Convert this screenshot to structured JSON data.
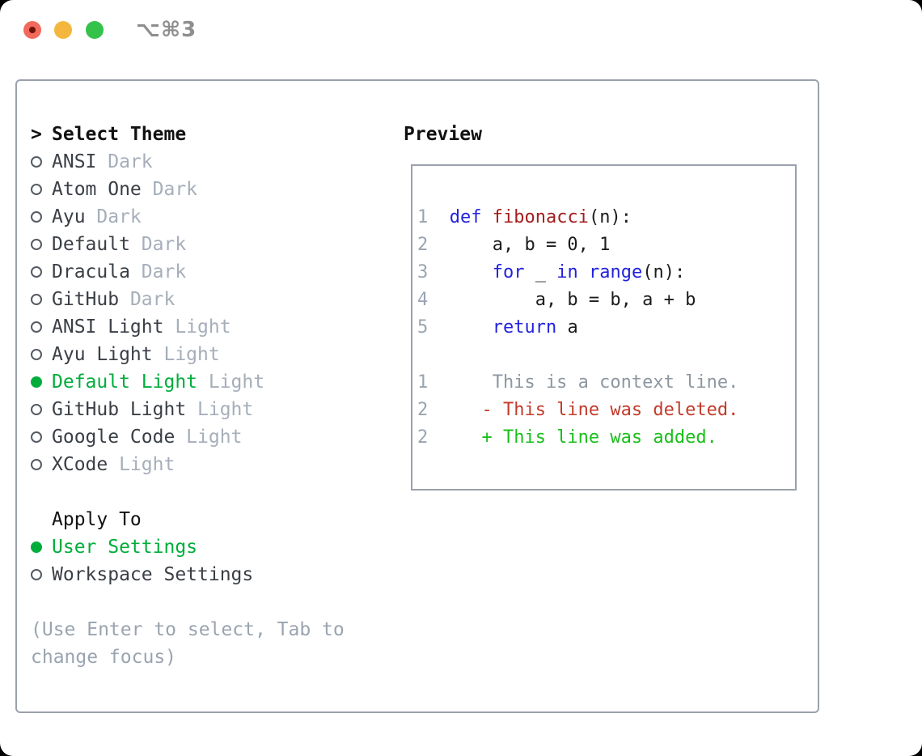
{
  "window": {
    "title": "⌥⌘3"
  },
  "theme_picker": {
    "header_prefix": ">",
    "header": "Select Theme",
    "items": [
      {
        "name": "ANSI",
        "variant": "Dark",
        "selected": false
      },
      {
        "name": "Atom One",
        "variant": "Dark",
        "selected": false
      },
      {
        "name": "Ayu",
        "variant": "Dark",
        "selected": false
      },
      {
        "name": "Default",
        "variant": "Dark",
        "selected": false
      },
      {
        "name": "Dracula",
        "variant": "Dark",
        "selected": false
      },
      {
        "name": "GitHub",
        "variant": "Dark",
        "selected": false
      },
      {
        "name": "ANSI Light",
        "variant": "Light",
        "selected": false
      },
      {
        "name": "Ayu Light",
        "variant": "Light",
        "selected": false
      },
      {
        "name": "Default Light",
        "variant": "Light",
        "selected": true
      },
      {
        "name": "GitHub Light",
        "variant": "Light",
        "selected": false
      },
      {
        "name": "Google Code",
        "variant": "Light",
        "selected": false
      },
      {
        "name": "XCode",
        "variant": "Light",
        "selected": false
      }
    ]
  },
  "apply_to": {
    "header": "Apply To",
    "options": [
      {
        "label": "User Settings",
        "selected": true
      },
      {
        "label": "Workspace Settings",
        "selected": false
      }
    ]
  },
  "help_text": "(Use Enter to select, Tab to change focus)",
  "preview": {
    "header": "Preview",
    "code_lines": [
      {
        "number": "1",
        "segments": [
          {
            "t": "def",
            "c": "kw"
          },
          {
            "t": " ",
            "c": "plain"
          },
          {
            "t": "fibonacci",
            "c": "fn"
          },
          {
            "t": "(n):",
            "c": "plain"
          }
        ]
      },
      {
        "number": "2",
        "segments": [
          {
            "t": "    a, b = 0, 1",
            "c": "plain"
          }
        ]
      },
      {
        "number": "3",
        "segments": [
          {
            "t": "    ",
            "c": "plain"
          },
          {
            "t": "for",
            "c": "kw"
          },
          {
            "t": " _ ",
            "c": "plain"
          },
          {
            "t": "in",
            "c": "kw"
          },
          {
            "t": " ",
            "c": "plain"
          },
          {
            "t": "range",
            "c": "kw"
          },
          {
            "t": "(n):",
            "c": "plain"
          }
        ]
      },
      {
        "number": "4",
        "segments": [
          {
            "t": "        a, b = b, a + b",
            "c": "plain"
          }
        ]
      },
      {
        "number": "5",
        "segments": [
          {
            "t": "    ",
            "c": "plain"
          },
          {
            "t": "return",
            "c": "kw"
          },
          {
            "t": " a",
            "c": "plain"
          }
        ]
      }
    ],
    "diff_lines": [
      {
        "number": "1",
        "sign": "",
        "text": "This is a context line.",
        "kind": "context"
      },
      {
        "number": "2",
        "sign": "-",
        "text": "This line was deleted.",
        "kind": "deleted"
      },
      {
        "number": "2",
        "sign": "+",
        "text": "This line was added.",
        "kind": "added"
      }
    ]
  },
  "colors": {
    "accent_green": "#00ad3c",
    "diff_add_green": "#1abf1a",
    "diff_del_red": "#c23b2b",
    "keyword_blue": "#2222dd",
    "function_red": "#a61d1d",
    "code_text": "#1c1c1c",
    "item_text": "#3a3f46",
    "variant_gray": "#a6aeba",
    "muted_gray": "#9aa4b0",
    "context_gray": "#8d97a1",
    "border_gray": "#9aa1ab",
    "radio_gray": "#565b63",
    "title_gray": "#8e8e8e",
    "light_red": "#f16a5d",
    "light_red_dot": "#701208",
    "light_yellow": "#f4b73d",
    "light_green": "#34c24b"
  }
}
